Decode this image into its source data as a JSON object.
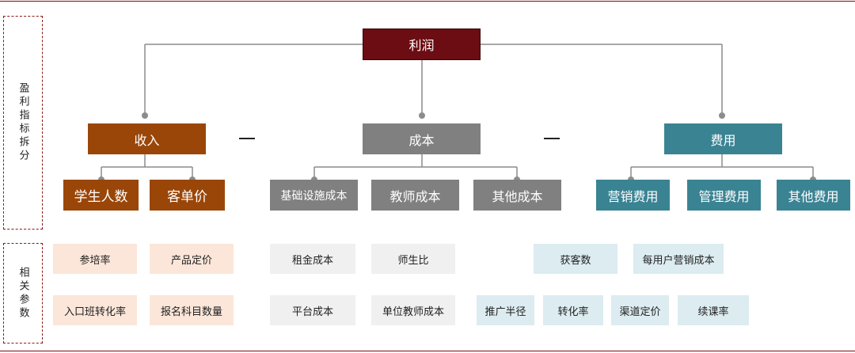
{
  "side_labels": {
    "top": "盈利指标拆分",
    "bottom": "相关参数"
  },
  "root": "利润",
  "level1": {
    "income": "收入",
    "cost": "成本",
    "expense": "费用"
  },
  "operators": [
    "—",
    "—"
  ],
  "income_items": [
    "学生人数",
    "客单价"
  ],
  "cost_items": [
    "基础设施成本",
    "教师成本",
    "其他成本"
  ],
  "expense_items": [
    "营销费用",
    "管理费用",
    "其他费用"
  ],
  "params": {
    "income_row1": [
      "参培率",
      "产品定价"
    ],
    "income_row2": [
      "入口班转化率",
      "报名科目数量"
    ],
    "cost_row1": [
      "租金成本",
      "师生比"
    ],
    "cost_row2": [
      "平台成本",
      "单位教师成本"
    ],
    "expense_row1": [
      "获客数",
      "每用户营销成本"
    ],
    "expense_row2": [
      "推广半径",
      "转化率",
      "渠道定价",
      "续课率"
    ]
  },
  "colors": {
    "root": "#6b0d12",
    "income": "#9a4608",
    "cost": "#808080",
    "expense": "#3a8393",
    "rule": "#7a0b12"
  }
}
